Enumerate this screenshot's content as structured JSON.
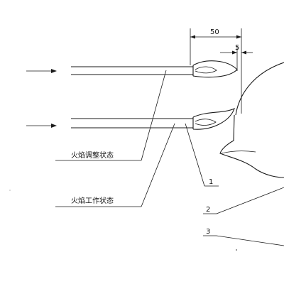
{
  "dimensions": {
    "overall": "50",
    "gap": "5"
  },
  "labels": {
    "adjust_state": "火焰调整状态",
    "work_state": "火焰工作状态"
  },
  "callouts": [
    "1",
    "2",
    "3"
  ]
}
